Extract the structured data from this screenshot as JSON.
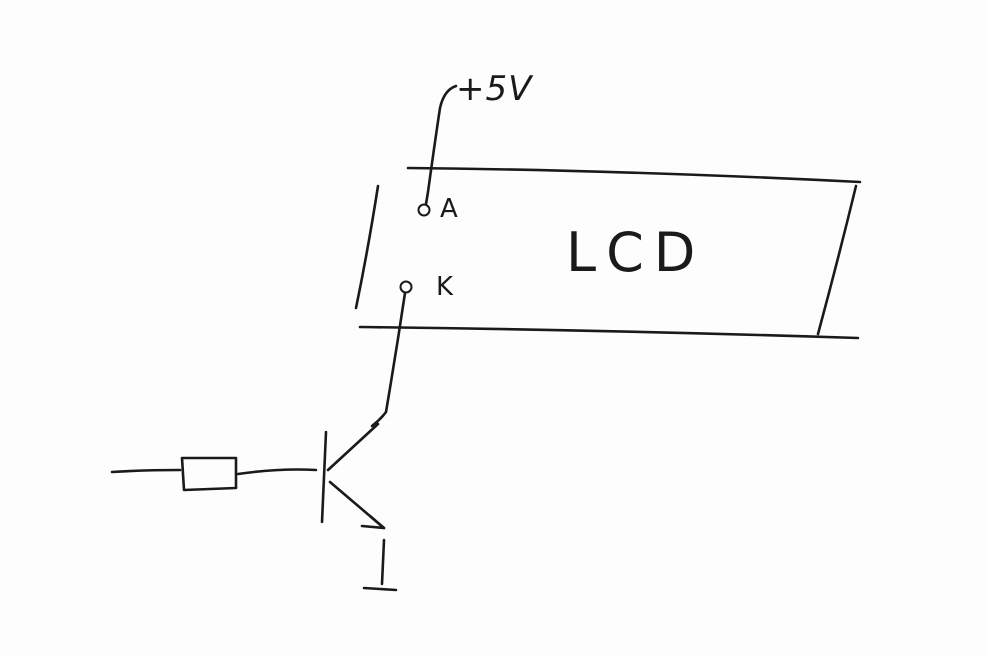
{
  "diagram": {
    "supply_label": "+5V",
    "anode_pin_label": "A",
    "cathode_pin_label": "K",
    "display_label": "LCD"
  },
  "ink_color": "#1a1a1a",
  "paper_color": "#fdfdfd"
}
